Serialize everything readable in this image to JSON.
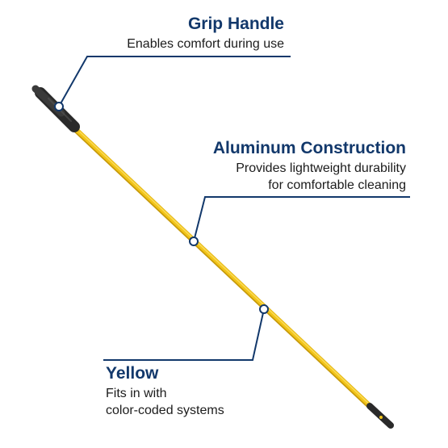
{
  "colors": {
    "heading": "#12386b",
    "text": "#1c1c1c",
    "callout_line": "#12386b",
    "pole": "#f2c418",
    "pole_shade": "#c79a0a",
    "grip": "#2a2a2a"
  },
  "callouts": {
    "grip": {
      "title": "Grip Handle",
      "description": "Enables comfort during use"
    },
    "aluminum": {
      "title": "Aluminum Construction",
      "description_line1": "Provides lightweight durability",
      "description_line2": "for comfortable cleaning"
    },
    "yellow": {
      "title": "Yellow",
      "description_line1": "Fits in with",
      "description_line2": "color-coded systems"
    }
  }
}
